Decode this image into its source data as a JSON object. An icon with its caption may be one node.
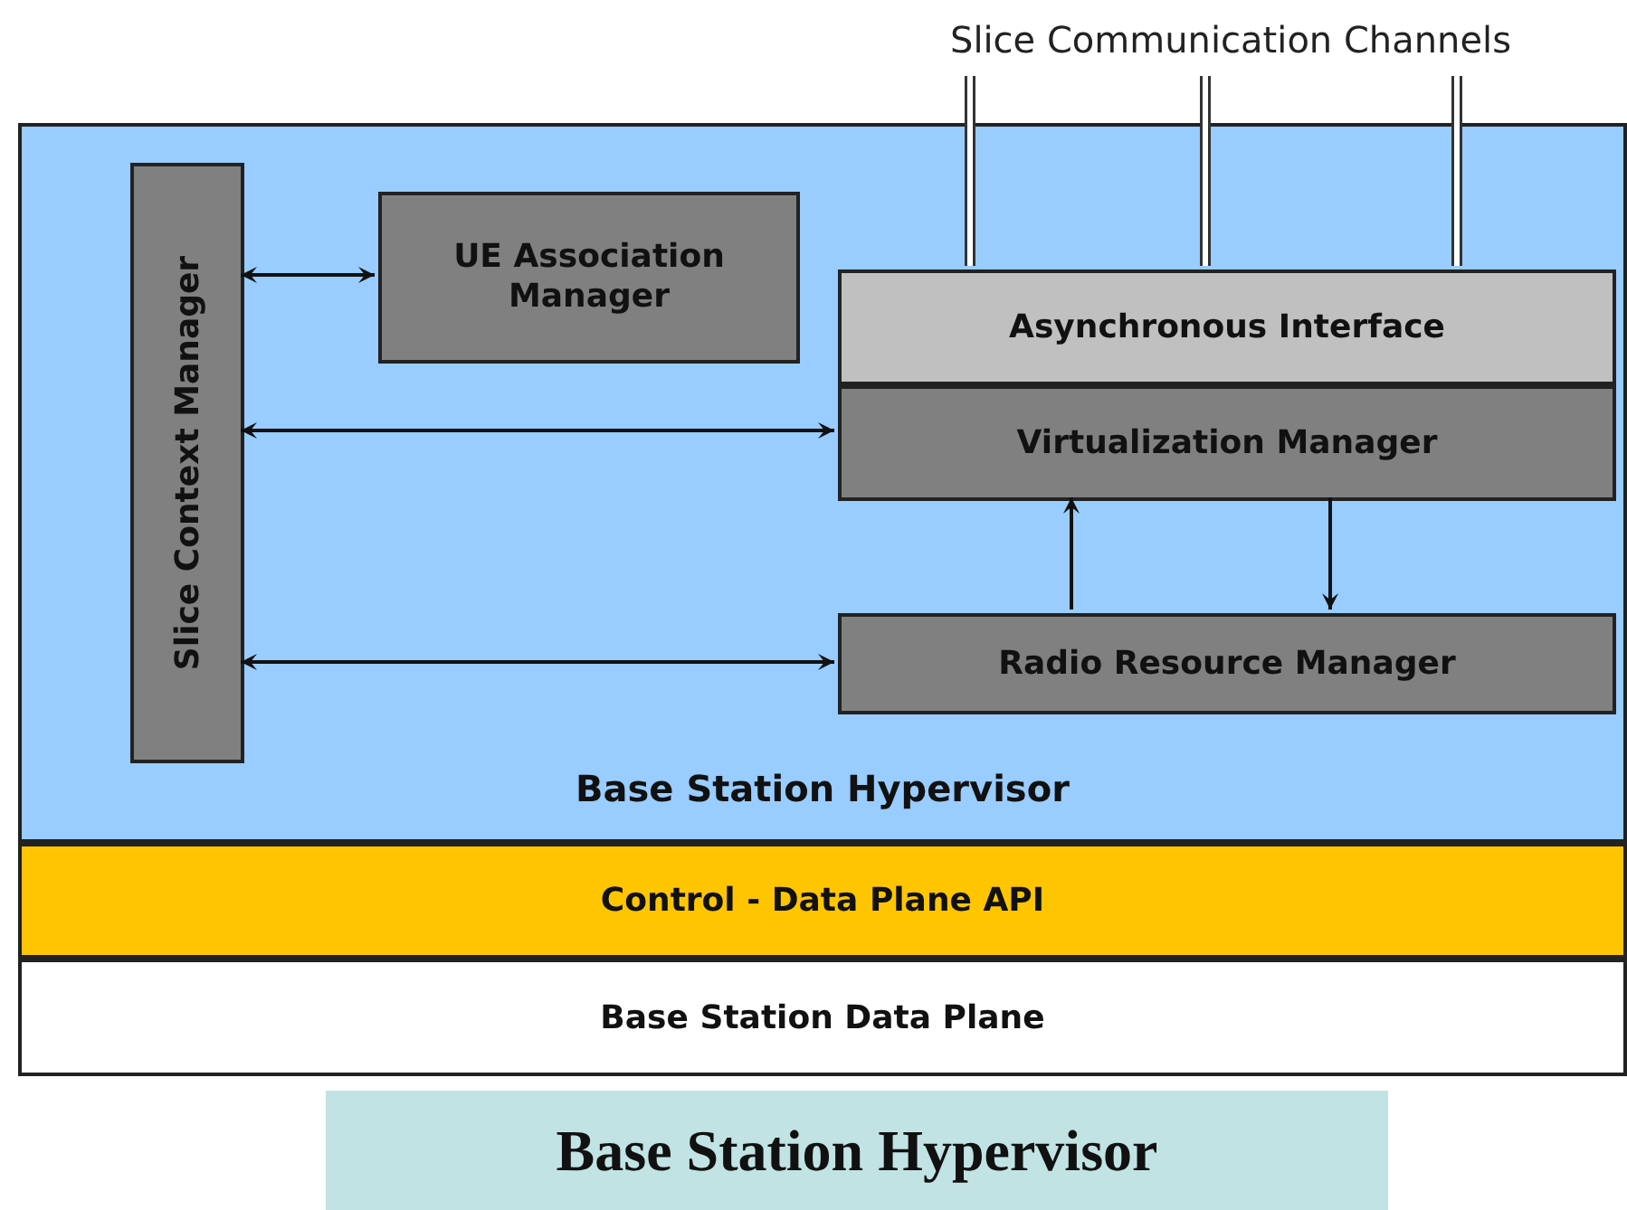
{
  "diagram": {
    "caption": "Base Station Hypervisor",
    "nodes": [
      {
        "text": [
          "Base Station Hypervisor"
        ]
      },
      {
        "text": [
          "Slice Context Manager"
        ],
        "in": 0
      },
      {
        "text": [
          "UE Association Manager"
        ],
        "in": 0
      },
      {
        "text": [
          "Asynchronous Interface"
        ],
        "in": 0
      },
      {
        "text": [
          "Virtualization Manager"
        ],
        "in": 0
      },
      {
        "text": [
          "Radio Resource Manager"
        ],
        "in": 0
      },
      {
        "text": [
          "Control - Data Plane API"
        ]
      },
      {
        "text": [
          "Base Station Data Plane"
        ]
      },
      {
        "text": [
          "Slice Communication Channels"
        ]
      }
    ],
    "edges": [
      {
        "from": 1,
        "to": 2,
        "arrow": "both"
      },
      {
        "from": 1,
        "to": 4,
        "arrow": "both"
      },
      {
        "from": 1,
        "to": 5,
        "arrow": "both"
      },
      {
        "from": 5,
        "to": 4,
        "arrow": "to"
      },
      {
        "from": 4,
        "to": 5,
        "arrow": "to"
      },
      {
        "from": 8,
        "to": 3,
        "arrow": "none",
        "style": "thick"
      },
      {
        "from": 8,
        "to": 3,
        "arrow": "none",
        "style": "thick"
      },
      {
        "from": 8,
        "to": 3,
        "arrow": "none",
        "style": "thick"
      }
    ]
  }
}
